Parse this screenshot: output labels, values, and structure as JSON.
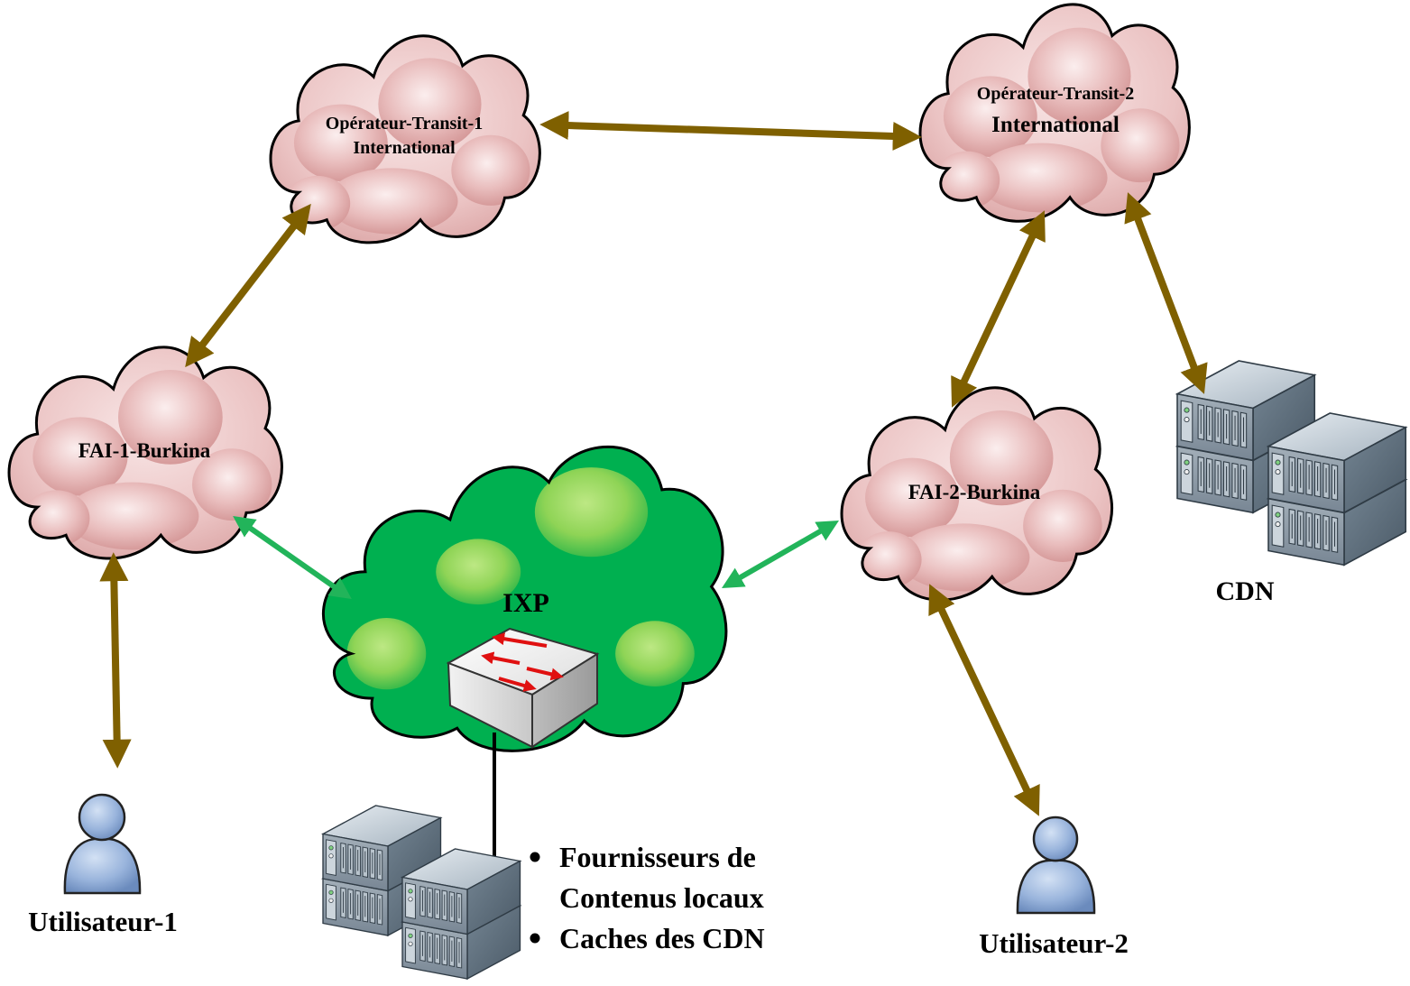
{
  "nodes": {
    "transit1": {
      "line1": "Opérateur-Transit-1",
      "line2": "International"
    },
    "transit2": {
      "line1": "Opérateur-Transit-2",
      "line2": "International"
    },
    "fai1": {
      "label": "FAI-1-Burkina"
    },
    "fai2": {
      "label": "FAI-2-Burkina"
    },
    "ixp": {
      "label": "IXP"
    },
    "cdn": {
      "label": "CDN"
    },
    "user1": {
      "label": "Utilisateur-1"
    },
    "user2": {
      "label": "Utilisateur-2"
    }
  },
  "ixp_services": {
    "item1_line1": "Fournisseurs de",
    "item1_line2": "Contenus locaux",
    "item2": "Caches des CDN"
  },
  "colors": {
    "transit_link": "#7f6000",
    "ixp_link": "#22b45a",
    "isp_cloud": "#f2cccc",
    "ixp_cloud": "#00b050",
    "switch_arrows": "#e01010"
  },
  "icons": {
    "cloud": "cloud-icon",
    "server": "server-icon",
    "switch": "switch-icon",
    "user": "user-icon"
  }
}
